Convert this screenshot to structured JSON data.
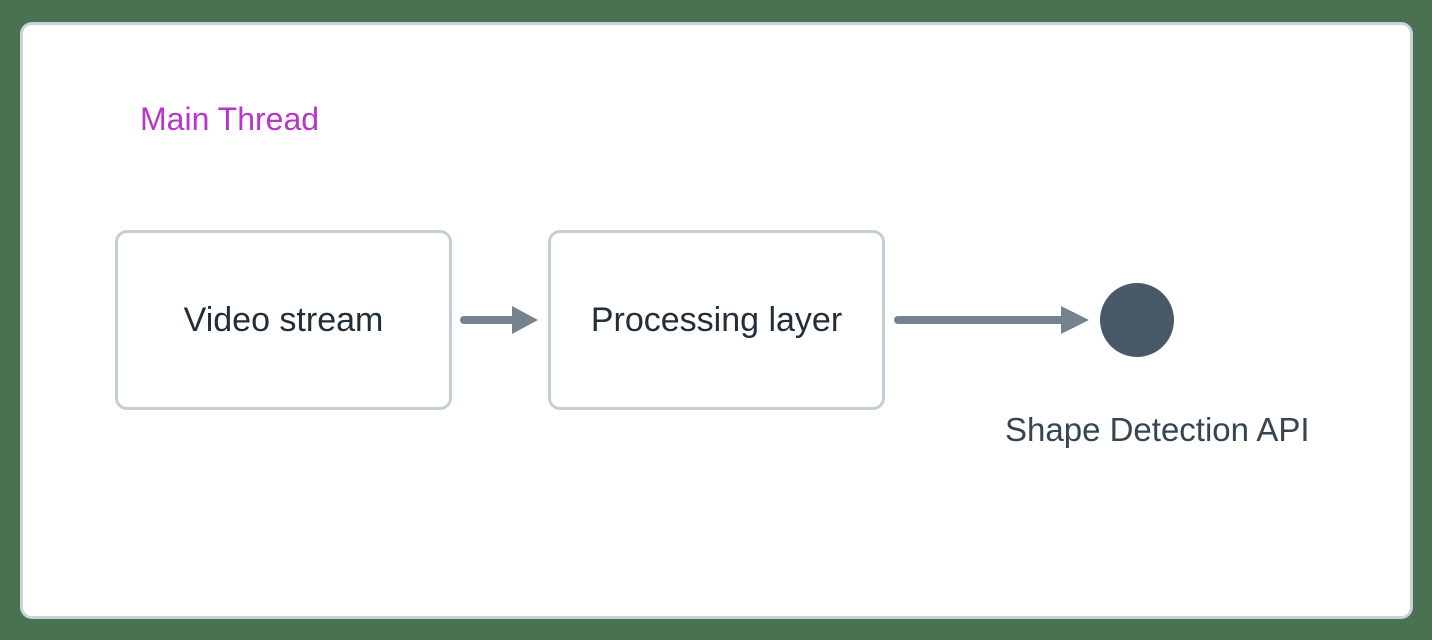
{
  "colors": {
    "canvas-green": "#4b7153",
    "card-bg": "#ffffff",
    "card-border": "#c9d3dc",
    "node-border": "#c4ced8",
    "node-text": "#222e38",
    "arrow-gray": "#76828e",
    "circle-fill": "#4a5968",
    "api-text": "#36454f",
    "accent-magenta": "#b835cc"
  },
  "diagram": {
    "lane_label": "Main Thread",
    "nodes": [
      {
        "label": "Video stream",
        "shape": "rectangle"
      },
      {
        "label": "Processing layer",
        "shape": "rectangle"
      },
      {
        "label": "Shape Detection API",
        "shape": "circle"
      }
    ],
    "edges": [
      {
        "from": "Video stream",
        "to": "Processing layer"
      },
      {
        "from": "Processing layer",
        "to": "Shape Detection API"
      }
    ]
  }
}
